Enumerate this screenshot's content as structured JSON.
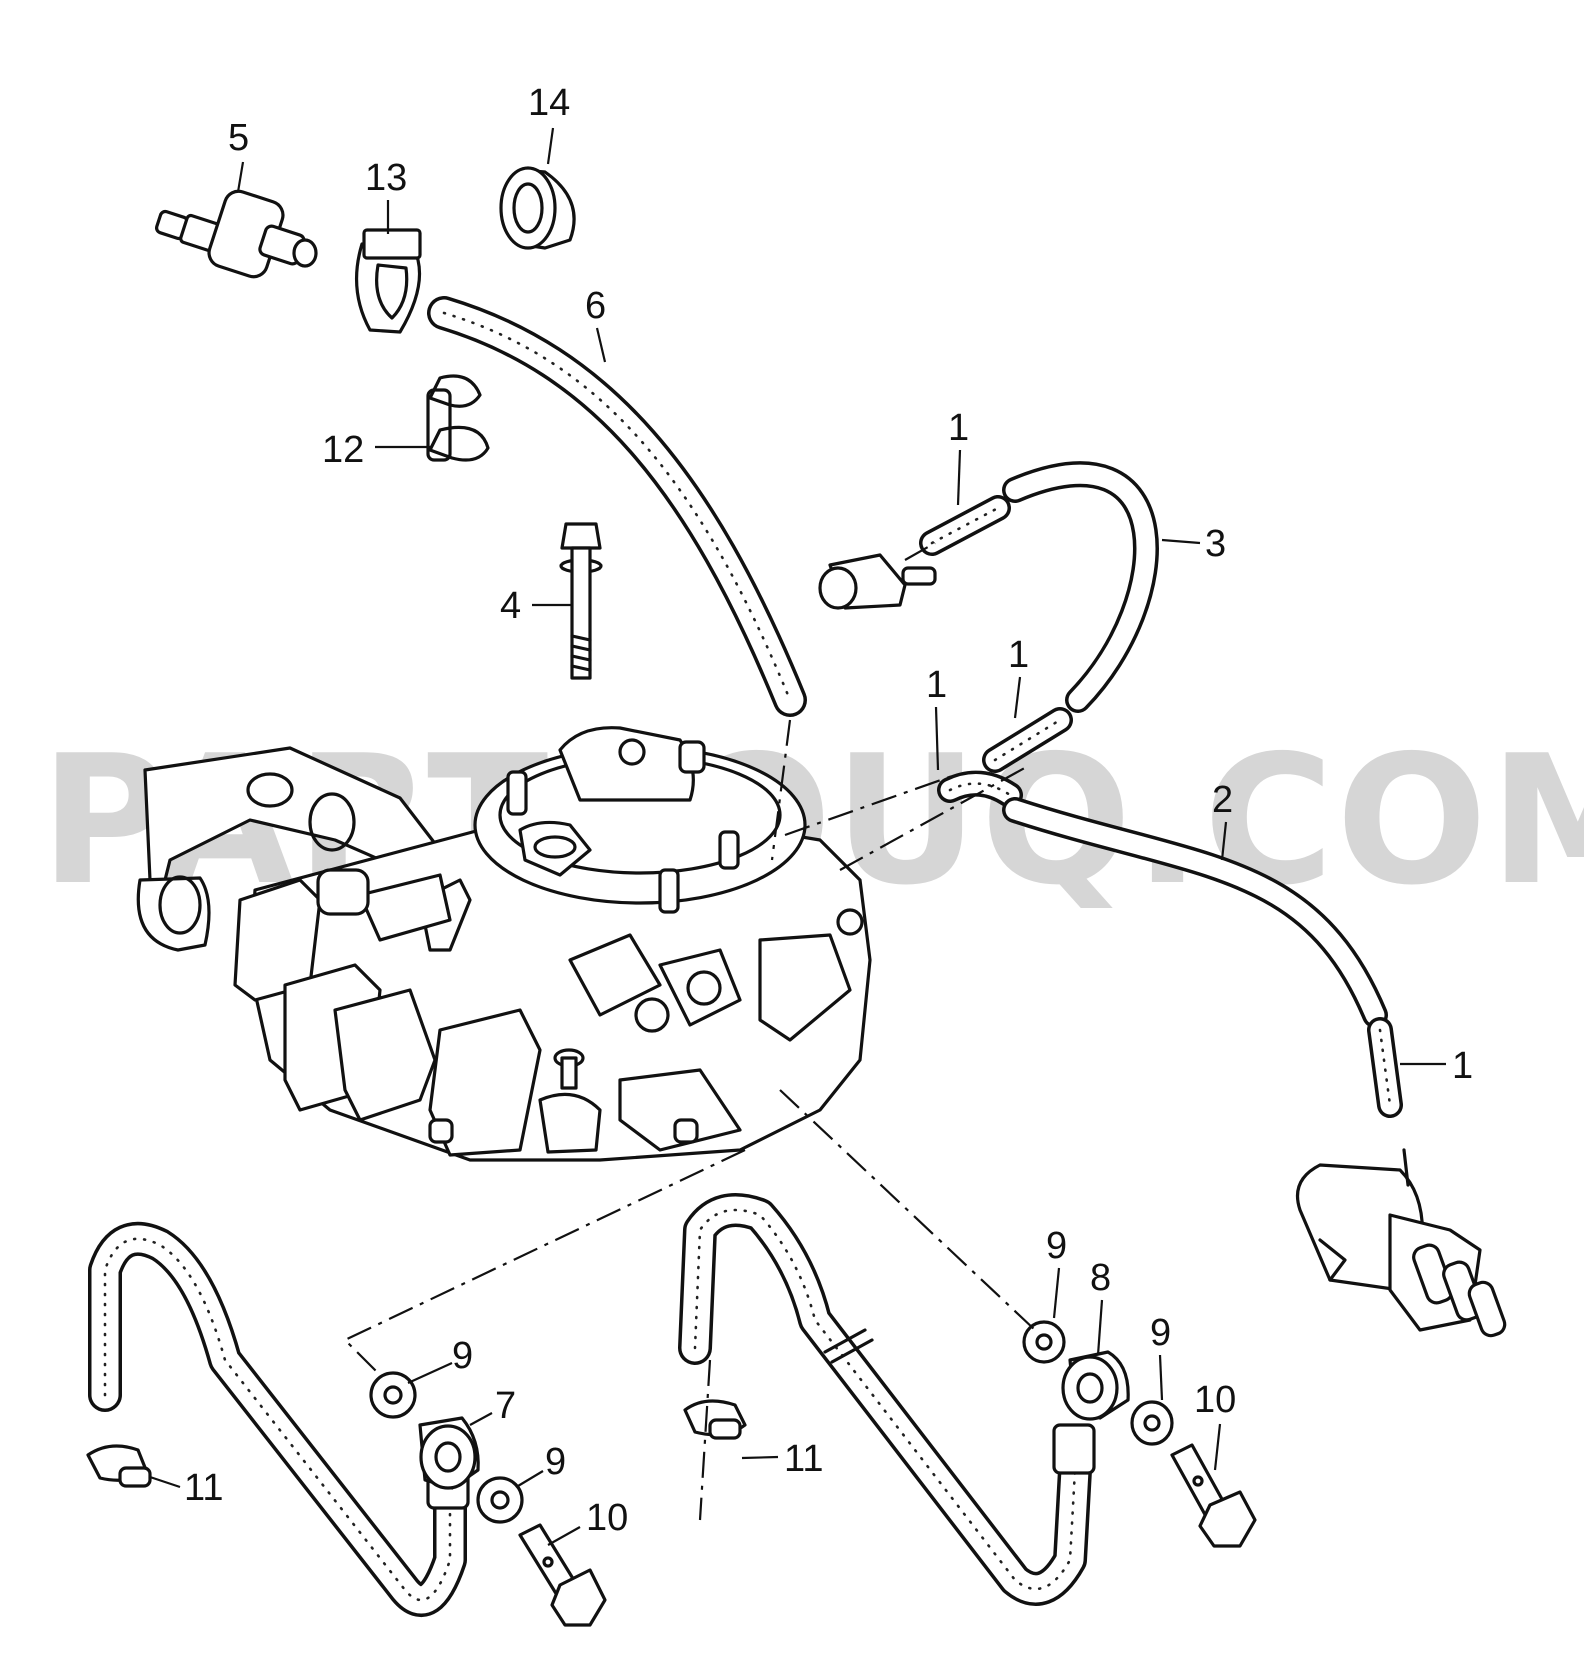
{
  "watermark": "PARTSOUQ.COM",
  "callouts": [
    {
      "id": "5",
      "text": "5"
    },
    {
      "id": "14",
      "text": "14"
    },
    {
      "id": "13",
      "text": "13"
    },
    {
      "id": "6",
      "text": "6"
    },
    {
      "id": "12",
      "text": "12"
    },
    {
      "id": "1a",
      "text": "1"
    },
    {
      "id": "3",
      "text": "3"
    },
    {
      "id": "4",
      "text": "4"
    },
    {
      "id": "1b",
      "text": "1"
    },
    {
      "id": "1c",
      "text": "1"
    },
    {
      "id": "2",
      "text": "2"
    },
    {
      "id": "1d",
      "text": "1"
    },
    {
      "id": "9a",
      "text": "9"
    },
    {
      "id": "8",
      "text": "8"
    },
    {
      "id": "9b",
      "text": "9"
    },
    {
      "id": "9c",
      "text": "9"
    },
    {
      "id": "7",
      "text": "7"
    },
    {
      "id": "9d",
      "text": "9"
    },
    {
      "id": "10a",
      "text": "10"
    },
    {
      "id": "11a",
      "text": "11"
    },
    {
      "id": "11b",
      "text": "11"
    },
    {
      "id": "10b",
      "text": "10"
    }
  ]
}
